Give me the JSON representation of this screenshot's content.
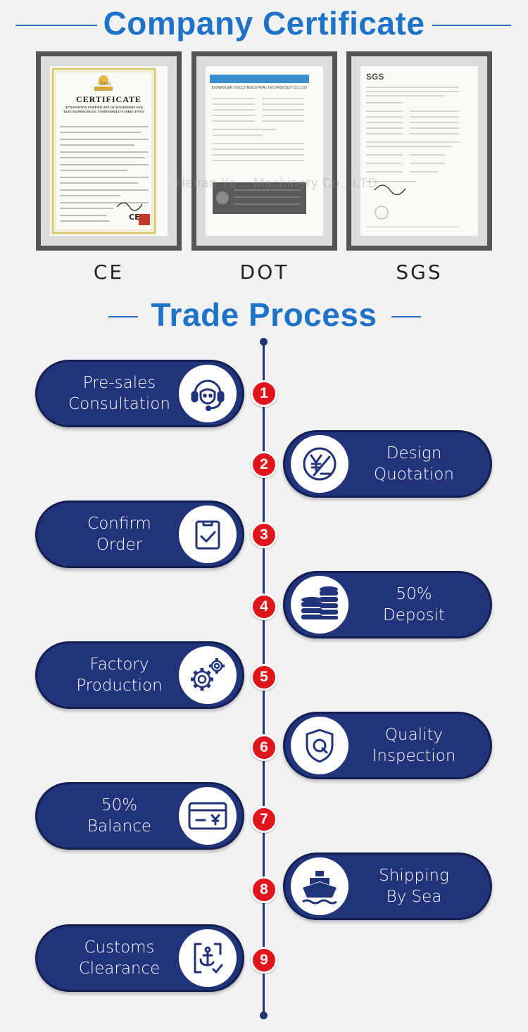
{
  "headings": {
    "certificate": "Company Certificate",
    "process": "Trade Process"
  },
  "certificates": [
    {
      "label": "CE",
      "doc_title": "CERTIFICATE",
      "doc_subtitle": "ATTESTATION CERTIFICATE OF MACHINERY AND ELECTROMAGNETIC COMPATIBILITY DIRECTIVES",
      "seal": "UDEM"
    },
    {
      "label": "DOT",
      "doc_header": "DONGGUAN OUCCI INDUSTRIAL TECHNOLOGY CO.,LTD"
    },
    {
      "label": "SGS",
      "doc_header": "SGS"
    }
  ],
  "watermark": "Henan Yo... Machinery Co., LTD",
  "steps": [
    {
      "number": "1",
      "lines": [
        "Pre-sales",
        "Consultation"
      ],
      "icon": "headset-support-icon"
    },
    {
      "number": "2",
      "lines": [
        "Design",
        "Quotation"
      ],
      "icon": "yen-quotation-icon"
    },
    {
      "number": "3",
      "lines": [
        "Confirm",
        "Order"
      ],
      "icon": "clipboard-check-icon"
    },
    {
      "number": "4",
      "lines": [
        "50%",
        "Deposit"
      ],
      "icon": "coin-stack-icon"
    },
    {
      "number": "5",
      "lines": [
        "Factory",
        "Production"
      ],
      "icon": "gears-icon"
    },
    {
      "number": "6",
      "lines": [
        "Quality",
        "Inspection"
      ],
      "icon": "shield-q-icon"
    },
    {
      "number": "7",
      "lines": [
        "50%",
        "Balance"
      ],
      "icon": "card-yen-icon"
    },
    {
      "number": "8",
      "lines": [
        "Shipping",
        "By Sea"
      ],
      "icon": "ship-icon"
    },
    {
      "number": "9",
      "lines": [
        "Customs",
        "Clearance"
      ],
      "icon": "anchor-check-icon"
    }
  ]
}
